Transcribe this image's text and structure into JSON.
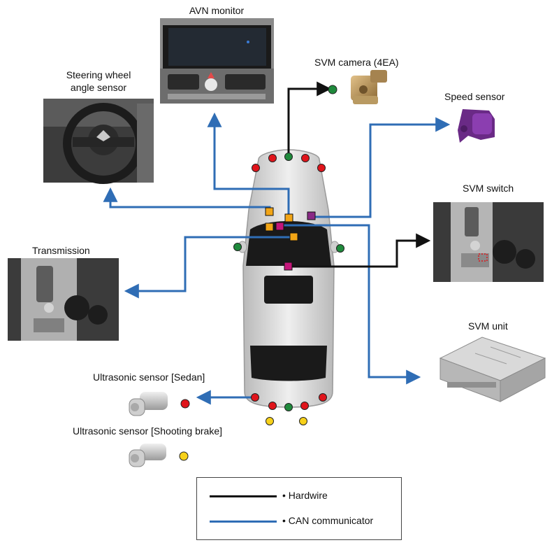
{
  "labels": {
    "avn_monitor": "AVN monitor",
    "svm_camera": "SVM camera (4EA)",
    "steering_sensor_line1": "Steering wheel",
    "steering_sensor_line2": "angle sensor",
    "speed_sensor": "Speed sensor",
    "svm_switch": "SVM switch",
    "transmission": "Transmission",
    "svm_unit": "SVM unit",
    "ultrasonic_sedan": "Ultrasonic sensor [Sedan]",
    "ultrasonic_brake": "Ultrasonic sensor [Shooting brake]"
  },
  "legend": {
    "hardwire": "• Hardwire",
    "can": "• CAN communicator"
  },
  "colors": {
    "hardwire": "#111111",
    "can": "#2f6db5",
    "ultrasonic_sedan": "#e0141b",
    "ultrasonic_brake": "#f7d11a",
    "camera": "#1f8a3c",
    "connector_magenta": "#c4167a",
    "connector_orange": "#f2a516",
    "speed_connector": "#8a2a86"
  }
}
